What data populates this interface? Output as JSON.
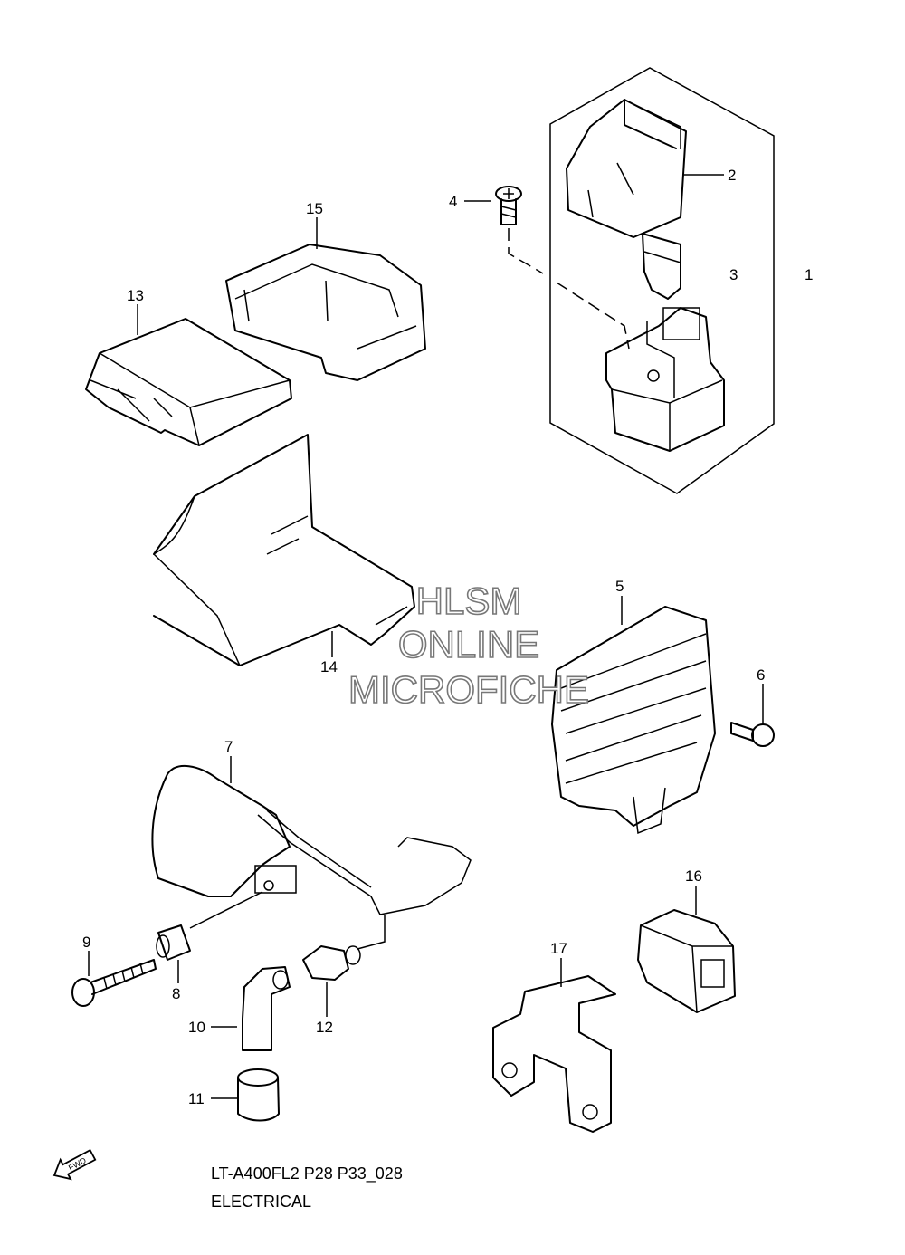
{
  "callouts": {
    "c1": "1",
    "c2": "2",
    "c3": "3",
    "c4": "4",
    "c5": "5",
    "c6": "6",
    "c7": "7",
    "c8": "8",
    "c9": "9",
    "c10": "10",
    "c11": "11",
    "c12": "12",
    "c13": "13",
    "c14": "14",
    "c15": "15",
    "c16": "16",
    "c17": "17"
  },
  "watermark": {
    "line1": "HLSM",
    "line2": "ONLINE",
    "line3": "MICROFICHE"
  },
  "fwd_label": "FWD",
  "footer": {
    "code": "LT-A400FL2 P28 P33_028",
    "title": "ELECTRICAL"
  }
}
